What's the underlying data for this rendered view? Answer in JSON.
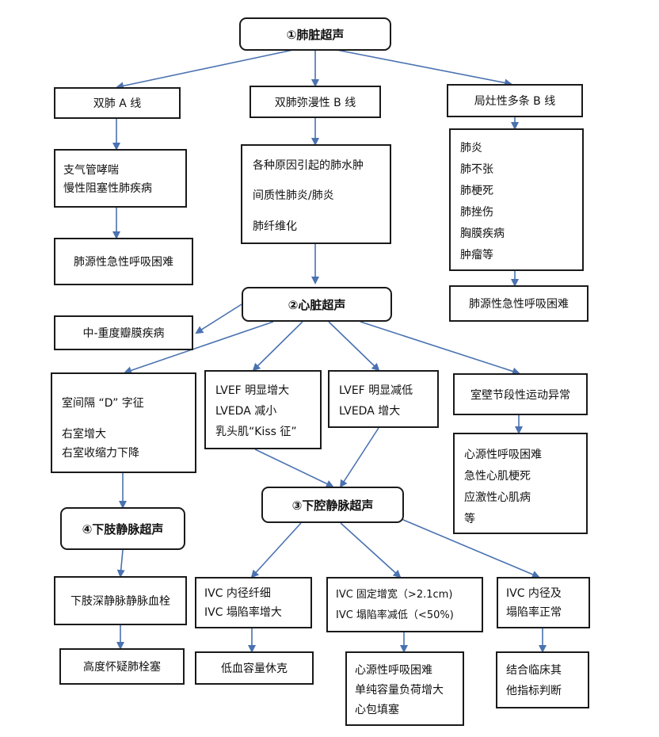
{
  "nodes": {
    "lung_us": "①肺脏超声",
    "bilateral_a": "双肺 A 线",
    "diffuse_b": "双肺弥漫性 B 线",
    "focal_b": "局灶性多条 B 线",
    "a_causes": [
      "支气管哮喘",
      "慢性阻塞性肺疾病"
    ],
    "a_result": "肺源性急性呼吸困难",
    "b_causes": [
      "各种原因引起的肺水肿",
      "间质性肺炎/肺炎",
      "肺纤维化"
    ],
    "focal_causes": [
      "肺炎",
      "肺不张",
      "肺梗死",
      "肺挫伤",
      "胸膜疾病",
      "肿瘤等"
    ],
    "focal_result": "肺源性急性呼吸困难",
    "heart_us": "②心脏超声",
    "valve": "中-重度瓣膜疾病",
    "d_sign": [
      "室间隔 “D” 字征",
      "右室增大",
      "右室收缩力下降"
    ],
    "lvef_high": [
      "LVEF 明显增大",
      "LVEDA 减小",
      "乳头肌“Kiss 征”"
    ],
    "lvef_low": [
      "LVEF 明显减低",
      "LVEDA 增大"
    ],
    "wall_motion": "室壁节段性运动异常",
    "wall_causes": [
      "心源性呼吸困难",
      "急性心肌梗死",
      "应激性心肌病",
      "等"
    ],
    "ivc_us": "③下腔静脉超声",
    "leg_us": "④下肢静脉超声",
    "dvt": "下肢深静脉静脉血栓",
    "pe": "高度怀疑肺栓塞",
    "ivc_thin": [
      "IVC 内径纤细",
      "IVC 塌陷率增大"
    ],
    "hypovolemic": "低血容量休克",
    "ivc_wide": [
      "IVC 固定增宽（>2.1cm)",
      "IVC 塌陷率减低（<50%)"
    ],
    "ivc_wide_causes": [
      "心源性呼吸困难",
      "单纯容量负荷增大",
      "心包填塞"
    ],
    "ivc_normal": [
      "IVC 内径及",
      "塌陷率正常"
    ],
    "ivc_normal_result": [
      "结合临床其",
      "他指标判断"
    ]
  },
  "colors": {
    "arrow": "#4a72b0",
    "border": "#1a1a1a"
  }
}
